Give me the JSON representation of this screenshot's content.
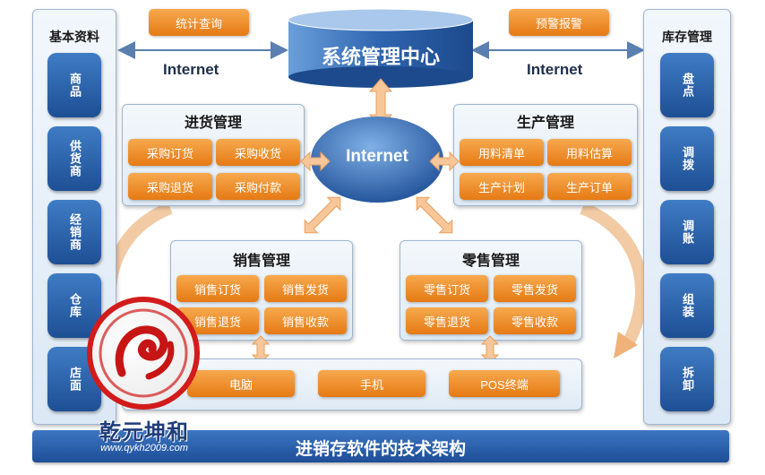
{
  "top_buttons": {
    "stats": "统计查询",
    "alert": "预警报警"
  },
  "center_db": "系统管理中心",
  "internet_left": "Internet",
  "internet_right": "Internet",
  "internet_center": "Internet",
  "left_panel": {
    "title": "基本资料",
    "items": [
      "商品",
      "供货商",
      "经销商",
      "仓库",
      "店面"
    ]
  },
  "right_panel": {
    "title": "库存管理",
    "items": [
      "盘点",
      "调拨",
      "调账",
      "组装",
      "拆卸"
    ]
  },
  "purchase": {
    "title": "进货管理",
    "items": [
      "采购订货",
      "采购收货",
      "采购退货",
      "采购付款"
    ]
  },
  "production": {
    "title": "生产管理",
    "items": [
      "用料清单",
      "用料估算",
      "生产计划",
      "生产订单"
    ]
  },
  "sales": {
    "title": "销售管理",
    "items": [
      "销售订货",
      "销售发货",
      "销售退货",
      "销售收款"
    ]
  },
  "retail": {
    "title": "零售管理",
    "items": [
      "零售订货",
      "零售发货",
      "零售退货",
      "零售收款"
    ]
  },
  "devices": [
    "电脑",
    "手机",
    "POS终端"
  ],
  "footer_title": "进销存软件的技术架构",
  "logo": {
    "name": "乾元坤和",
    "url": "www.qykh2009.com"
  },
  "colors": {
    "blue_button": "#2a62ad",
    "orange_button": "#ee8a26",
    "panel_border": "#9fb6cf",
    "footer_bar": "#2b5eaa"
  }
}
